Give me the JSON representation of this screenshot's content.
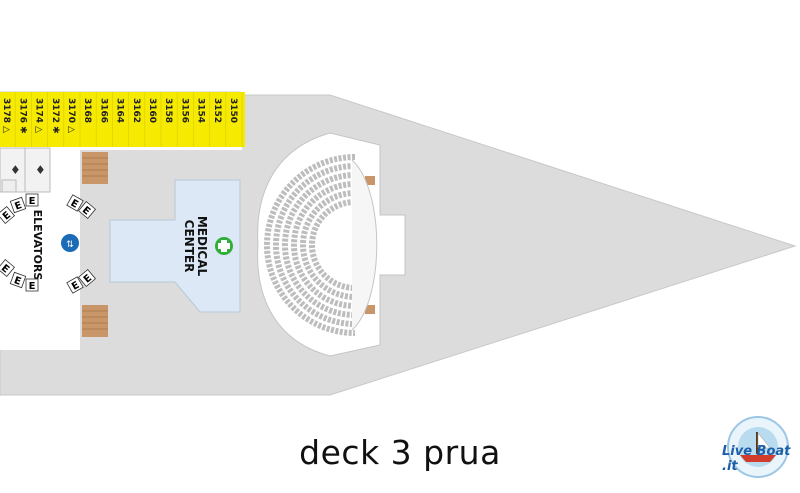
{
  "map": {
    "deck_caption": "deck 3 prua",
    "cabins": [
      "3150",
      "3152",
      "3154",
      "3156",
      "3158",
      "3160",
      "3162",
      "3164",
      "3166",
      "3168",
      "3170",
      "3172",
      "3174",
      "3176",
      "3178"
    ],
    "cabin_symbols": {
      "3170": "△",
      "3172": "✱",
      "3174": "△",
      "3176": "✱",
      "3178": "△"
    },
    "medical_label_line1": "MEDICAL",
    "medical_label_line2": "CENTER",
    "elevators_label": "ELEVATORS",
    "elevator_letter": "E",
    "brand_logo_text": "Live Boat .it",
    "colors": {
      "deck": "#dcdcdc",
      "cabins": "#f5ea00",
      "medical_cross": "#2fae3a",
      "medical_room": "#dce8f5",
      "elevator_icon": "#1c6bb6",
      "stairs": "#c9966a"
    }
  }
}
